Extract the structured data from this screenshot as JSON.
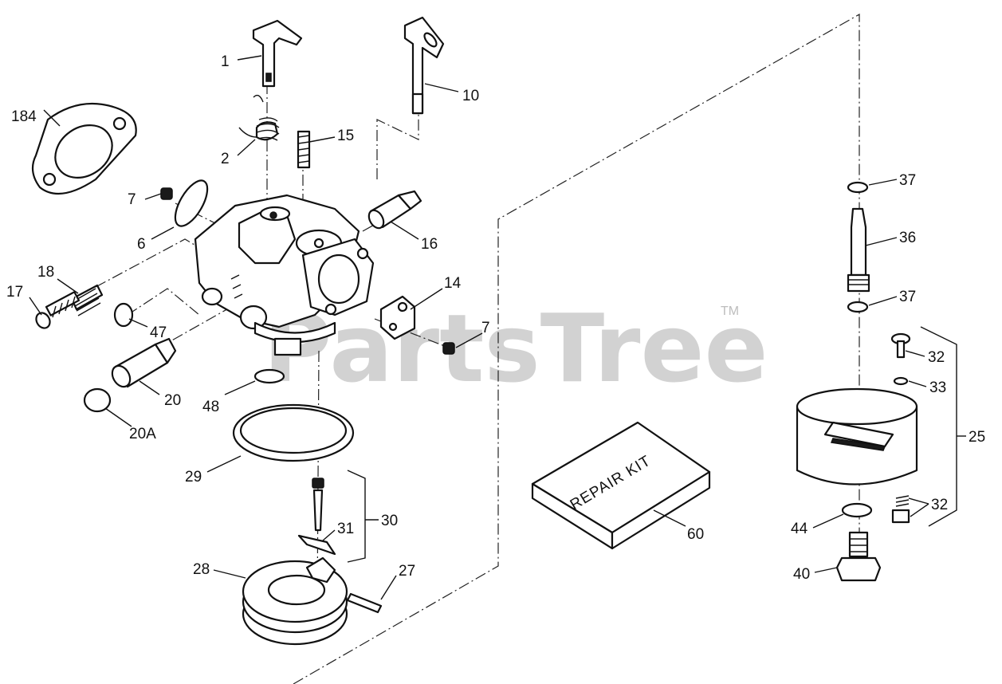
{
  "watermark": {
    "brand": "PartsTree",
    "trademark": "TM"
  },
  "kit_label": "REPAIR KIT",
  "callouts": {
    "p1": "1",
    "p2": "2",
    "p6": "6",
    "p7a": "7",
    "p7b": "7",
    "p10": "10",
    "p14": "14",
    "p15": "15",
    "p16": "16",
    "p17": "17",
    "p18": "18",
    "p20": "20",
    "p20a": "20A",
    "p25": "25",
    "p27": "27",
    "p28": "28",
    "p29": "29",
    "p30": "30",
    "p31": "31",
    "p32a": "32",
    "p32b": "32",
    "p33": "33",
    "p36": "36",
    "p37a": "37",
    "p37b": "37",
    "p40": "40",
    "p44": "44",
    "p47": "47",
    "p48": "48",
    "p60": "60",
    "p184": "184"
  }
}
